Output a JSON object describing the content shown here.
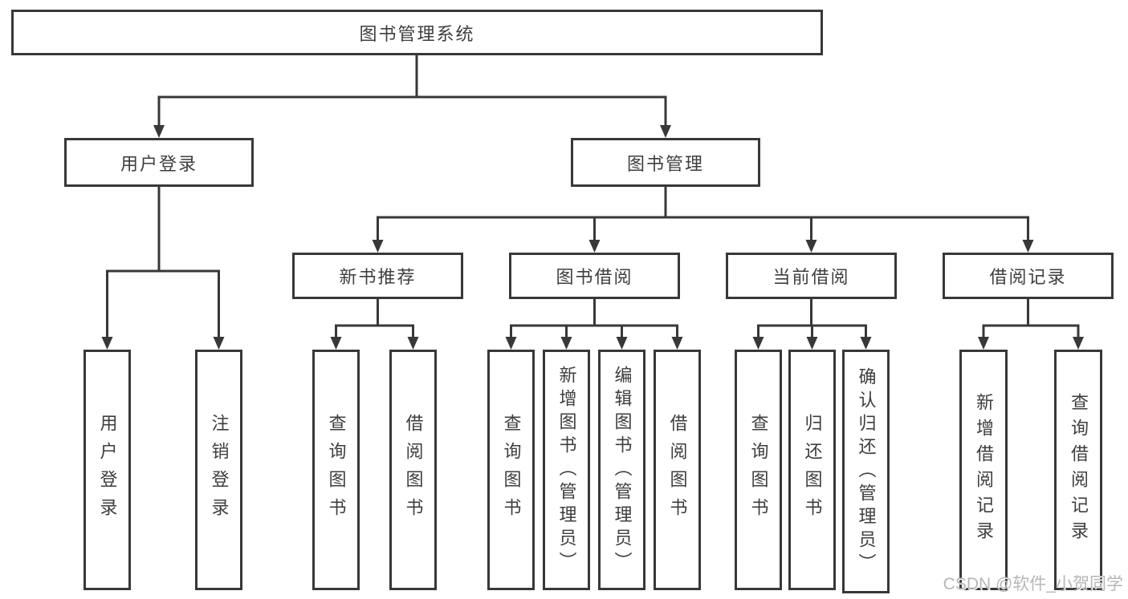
{
  "diagram": {
    "tree": {
      "label": "图书管理系统",
      "children": [
        {
          "label": "用户登录",
          "children": [
            {
              "label": "用户登录"
            },
            {
              "label": "注销登录"
            }
          ]
        },
        {
          "label": "图书管理",
          "children": [
            {
              "label": "新书推荐",
              "children": [
                {
                  "label": "查询图书"
                },
                {
                  "label": "借阅图书"
                }
              ]
            },
            {
              "label": "图书借阅",
              "children": [
                {
                  "label": "查询图书"
                },
                {
                  "label": "新增图书（管理员）"
                },
                {
                  "label": "编辑图书（管理员）"
                },
                {
                  "label": "借阅图书"
                }
              ]
            },
            {
              "label": "当前借阅",
              "children": [
                {
                  "label": "查询图书"
                },
                {
                  "label": "归还图书"
                },
                {
                  "label": "确认归还（管理员）"
                }
              ]
            },
            {
              "label": "借阅记录",
              "children": [
                {
                  "label": "新增借阅记录"
                },
                {
                  "label": "查询借阅记录"
                }
              ]
            }
          ]
        }
      ]
    },
    "colors": {
      "line": "#383838",
      "text": "#3e3e3e",
      "background": "#ffffff",
      "watermark_color": "#b6b6b6"
    }
  },
  "watermark": {
    "text": "CSDN @软件_小贺同学"
  }
}
